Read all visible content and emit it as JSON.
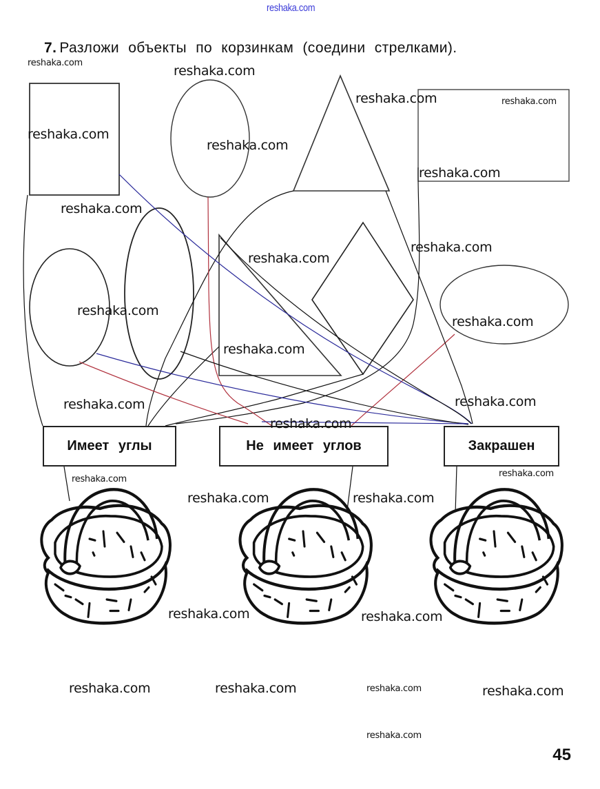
{
  "header": {
    "site_watermark": "reshaka.com"
  },
  "task": {
    "number": "7.",
    "instruction": "Разложи объекты по корзинкам (соедини стрелками)."
  },
  "shapes": [
    {
      "id": "tall-rectangle",
      "kind": "rectangle",
      "filled": false
    },
    {
      "id": "oval-top",
      "kind": "ellipse",
      "filled": false
    },
    {
      "id": "triangle-top",
      "kind": "triangle",
      "filled": false
    },
    {
      "id": "wide-rectangle",
      "kind": "rectangle",
      "filled": false
    },
    {
      "id": "oval-left-small",
      "kind": "ellipse",
      "filled": false
    },
    {
      "id": "oval-left-tall",
      "kind": "ellipse",
      "filled": false
    },
    {
      "id": "right-triangle",
      "kind": "triangle",
      "filled": false
    },
    {
      "id": "rhombus",
      "kind": "rhombus",
      "filled": false
    },
    {
      "id": "oval-right",
      "kind": "ellipse",
      "filled": false
    }
  ],
  "categories": [
    {
      "label": "Имеет углы"
    },
    {
      "label": "Не имеет углов"
    },
    {
      "label": "Закрашен"
    }
  ],
  "line_colors": {
    "black": "#111111",
    "red": "#b0303c",
    "blue": "#2a2a9a"
  },
  "watermarks": [
    "reshaka.com",
    "reshaka.com",
    "reshaka.com",
    "reshaka.com",
    "reshaka.com",
    "reshaka.com",
    "reshaka.com",
    "reshaka.com",
    "reshaka.com",
    "reshaka.com",
    "reshaka.com",
    "reshaka.com",
    "reshaka.com",
    "reshaka.com",
    "reshaka.com",
    "reshaka.com",
    "reshaka.com",
    "reshaka.com",
    "reshaka.com",
    "reshaka.com",
    "reshaka.com",
    "reshaka.com",
    "reshaka.com",
    "reshaka.com",
    "reshaka.com"
  ],
  "footer": {
    "page_number": "45"
  }
}
